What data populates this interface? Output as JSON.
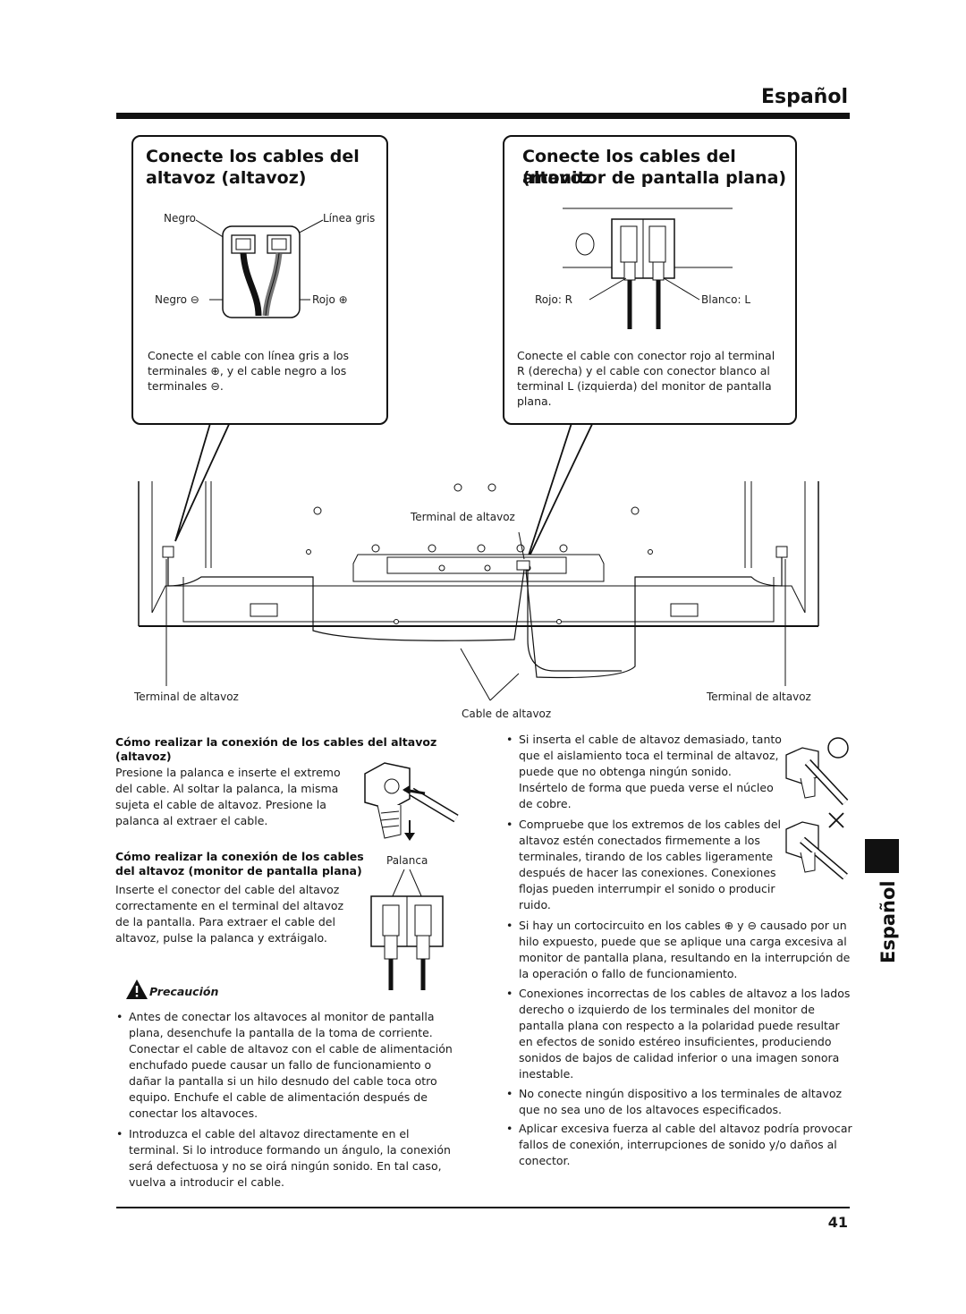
{
  "header": {
    "language": "Español",
    "page_number": "41"
  },
  "side_tab": {
    "language": "Español"
  },
  "panel_left": {
    "title_line1": "Conecte los cables del",
    "title_line2": "altavoz (altavoz)",
    "label_negro_top": "Negro",
    "label_linea_gris": "Línea gris",
    "label_negro_minus": "Negro ⊖",
    "label_rojo_plus": "Rojo ⊕",
    "text": "Conecte el cable con línea gris a los terminales ⊕, y el cable negro a los terminales ⊖."
  },
  "panel_right": {
    "title_line1": "Conecte los cables del altavoz",
    "title_line2": "(monitor de pantalla plana)",
    "label_rojo": "Rojo: R",
    "label_blanco": "Blanco: L",
    "text": "Conecte el cable con conector rojo al terminal R (derecha) y el cable con conector blanco al terminal L (izquierda) del monitor de pantalla plana."
  },
  "diagram": {
    "terminal_center": "Terminal de altavoz",
    "terminal_left": "Terminal de altavoz",
    "terminal_right": "Terminal de altavoz",
    "cable": "Cable de altavoz"
  },
  "left_col": {
    "head1": "Cómo realizar la conexión de los cables del altavoz (altavoz)",
    "para1": "Presione la palanca e inserte el extremo del cable. Al soltar la palanca, la misma sujeta el cable de altavoz. Presione la palanca al extraer el cable.",
    "head2": "Cómo realizar la conexión de los cables del altavoz (monitor de pantalla plana)",
    "para2": "Inserte el conector del cable del altavoz correctamente en el terminal del altavoz de la pantalla. Para extraer el cable del altavoz, pulse la palanca y extráigalo.",
    "palanca": "Palanca",
    "caution": "Precaución",
    "bullets": [
      "Antes de conectar los altavoces al monitor de pantalla plana, desenchufe la pantalla de la toma de corriente. Conectar el cable de altavoz con el cable de alimentación enchufado puede causar un fallo de funcionamiento o dañar la pantalla si un hilo desnudo del cable toca otro equipo. Enchufe el cable de alimentación después de conectar los altavoces.",
      "Introduzca el cable del altavoz directamente en el terminal. Si lo introduce formando un ángulo, la conexión será defectuosa y no se oirá ningún sonido. En tal caso, vuelva a introducir el cable."
    ]
  },
  "right_col": {
    "bullets": [
      "Si inserta el cable de altavoz demasiado, tanto que el aislamiento toca el terminal de altavoz, puede que no obtenga ningún sonido. Insértelo de forma que pueda verse el núcleo de cobre.",
      "Compruebe que los extremos de los cables del altavoz estén conectados firmemente a los terminales, tirando de los cables ligeramente después de hacer las conexiones. Conexiones flojas pueden interrumpir el sonido o producir ruido.",
      "Si hay un cortocircuito en los cables ⊕ y ⊖ causado por un hilo expuesto, puede que se aplique una carga excesiva al monitor de pantalla plana, resultando en la interrupción de la operación o fallo de funcionamiento.",
      "Conexiones incorrectas de los cables de altavoz a los lados derecho o izquierdo de los terminales del monitor de pantalla plana con respecto a la polaridad puede resultar en efectos de sonido estéreo insuficientes, produciendo sonidos de bajos de calidad inferior o una imagen sonora inestable.",
      "No conecte ningún dispositivo a los terminales de altavoz que no sea uno de los altavoces especificados.",
      "Aplicar excesiva fuerza al cable del altavoz podría provocar fallos de conexión, interrupciones de sonido y/o daños al conector."
    ]
  }
}
